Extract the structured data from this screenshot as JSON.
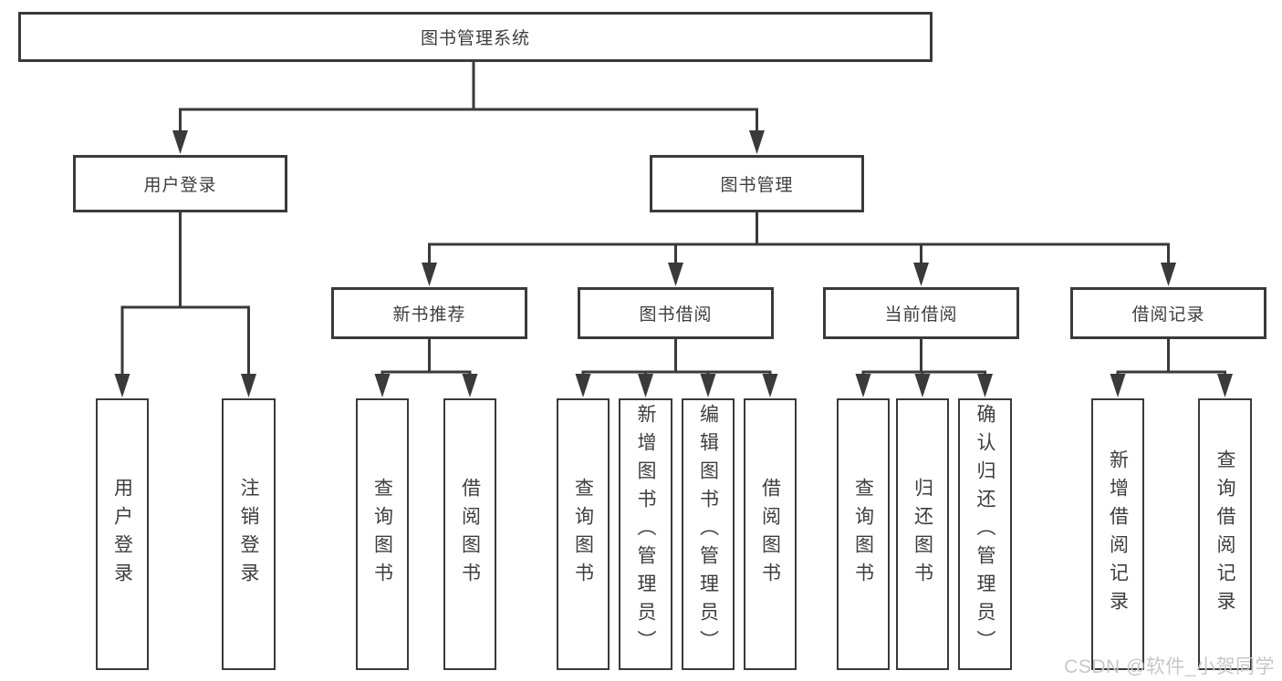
{
  "tree": {
    "label": "图书管理系统",
    "children": [
      {
        "label": "用户登录",
        "children": [
          {
            "label": "用户登录"
          },
          {
            "label": "注销登录"
          }
        ]
      },
      {
        "label": "图书管理",
        "children": [
          {
            "label": "新书推荐",
            "children": [
              {
                "label": "查询图书"
              },
              {
                "label": "借阅图书"
              }
            ]
          },
          {
            "label": "图书借阅",
            "children": [
              {
                "label": "查询图书"
              },
              {
                "label": "新增图书（管理员）"
              },
              {
                "label": "编辑图书（管理员）"
              },
              {
                "label": "借阅图书"
              }
            ]
          },
          {
            "label": "当前借阅",
            "children": [
              {
                "label": "查询图书"
              },
              {
                "label": "归还图书"
              },
              {
                "label": "确认归还（管理员）"
              }
            ]
          },
          {
            "label": "借阅记录",
            "children": [
              {
                "label": "新增借阅记录"
              },
              {
                "label": "查询借阅记录"
              }
            ]
          }
        ]
      }
    ]
  },
  "watermark": "CSDN @软件_小贺同学",
  "colors": {
    "line": "#3a3a3a",
    "text": "#3e3e3e",
    "watermark": "#c7c7c7",
    "background": "#ffffff"
  }
}
